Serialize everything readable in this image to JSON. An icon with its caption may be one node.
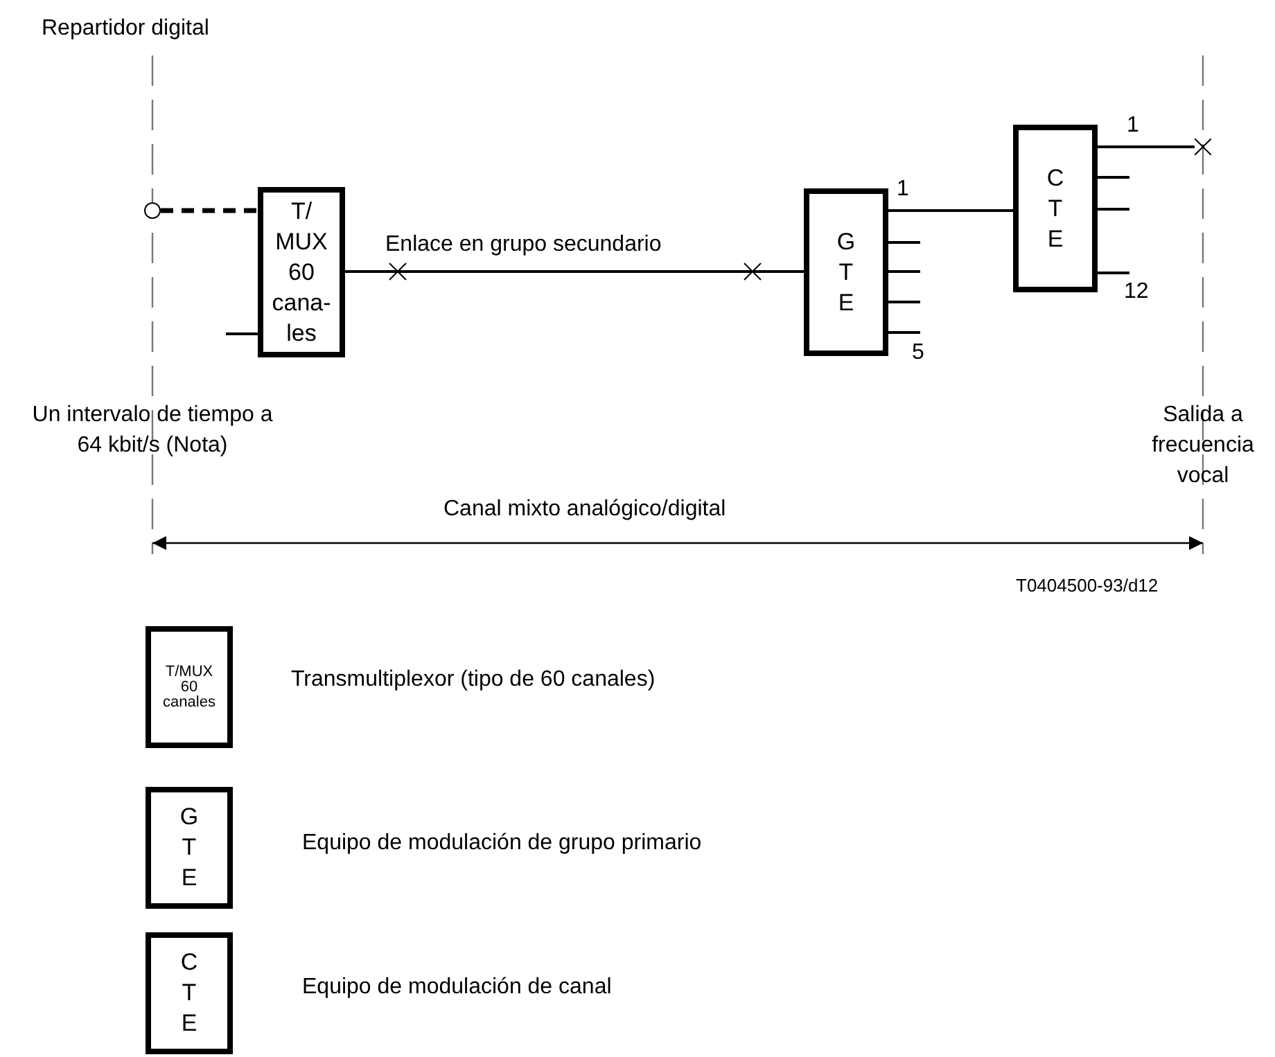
{
  "diagram": {
    "nodes": [
      {
        "text": [],
        "shape": "circle"
      },
      {
        "text": [
          "T/ MUX 60 cana- les"
        ]
      },
      {
        "text": [
          "G T E"
        ]
      },
      {
        "text": [
          "C T E"
        ]
      },
      {
        "text": [
          "T/MUX 60 canales"
        ],
        "beside": [
          "Transmultiplexor (tipo de 60 canales)"
        ]
      },
      {
        "text": [
          "G T E"
        ],
        "beside": [
          "Equipo de modulación de grupo primario"
        ]
      },
      {
        "text": [
          "C T E"
        ],
        "beside": [
          "Equipo de modulación de canal"
        ]
      },
      {
        "text": [],
        "shape": "cross"
      }
    ],
    "edges": [
      {
        "from": 0,
        "to": 1,
        "arrow": "none",
        "style": "dashed"
      },
      {
        "from": 1,
        "to": 2,
        "arrow": "none",
        "label": "Enlace en grupo secundario"
      },
      {
        "from": 2,
        "to": 3,
        "arrow": "none"
      },
      {
        "from": 3,
        "to": 7,
        "arrow": "none"
      }
    ],
    "labels": [
      "Repartidor digital",
      "1",
      "1",
      "12",
      "5",
      "Un intervalo de tiempo a 64 kbit/s (Nota)",
      "Salida a frecuencia vocal",
      "Canal mixto analógico/digital",
      "T0404500-93/d12"
    ]
  }
}
